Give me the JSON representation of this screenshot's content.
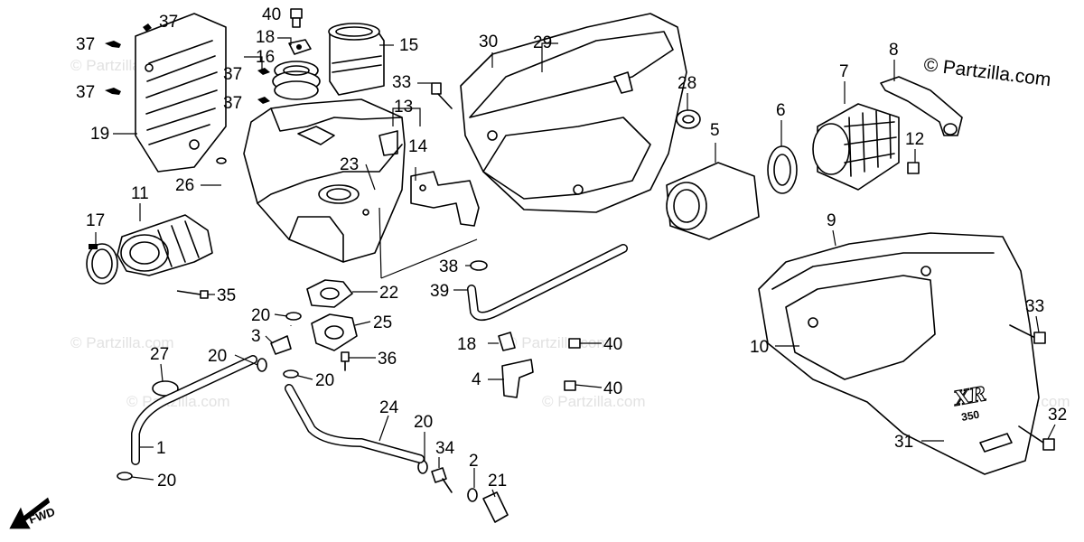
{
  "copyright": "© Partzilla.com",
  "watermark": "© Partzilla.com",
  "direction_label": "FWD",
  "cover_logo": {
    "main": "XR",
    "sub": "350"
  },
  "callouts": [
    {
      "id": "c37a",
      "text": "37"
    },
    {
      "id": "c37b",
      "text": "37"
    },
    {
      "id": "c37c",
      "text": "37"
    },
    {
      "id": "c37d",
      "text": "37"
    },
    {
      "id": "c37e",
      "text": "37"
    },
    {
      "id": "c19",
      "text": "19"
    },
    {
      "id": "c40a",
      "text": "40"
    },
    {
      "id": "c18a",
      "text": "18"
    },
    {
      "id": "c16",
      "text": "16"
    },
    {
      "id": "c15",
      "text": "15"
    },
    {
      "id": "c30",
      "text": "30"
    },
    {
      "id": "c29",
      "text": "29"
    },
    {
      "id": "c33a",
      "text": "33"
    },
    {
      "id": "c13",
      "text": "13"
    },
    {
      "id": "c14",
      "text": "14"
    },
    {
      "id": "c23",
      "text": "23"
    },
    {
      "id": "c26",
      "text": "26"
    },
    {
      "id": "c11",
      "text": "11"
    },
    {
      "id": "c17",
      "text": "17"
    },
    {
      "id": "c35",
      "text": "35"
    },
    {
      "id": "c28",
      "text": "28"
    },
    {
      "id": "c5",
      "text": "5"
    },
    {
      "id": "c6",
      "text": "6"
    },
    {
      "id": "c7",
      "text": "7"
    },
    {
      "id": "c8",
      "text": "8"
    },
    {
      "id": "c12",
      "text": "12"
    },
    {
      "id": "c9",
      "text": "9"
    },
    {
      "id": "c38",
      "text": "38"
    },
    {
      "id": "c39",
      "text": "39"
    },
    {
      "id": "c22",
      "text": "22"
    },
    {
      "id": "c20a",
      "text": "20"
    },
    {
      "id": "c25",
      "text": "25"
    },
    {
      "id": "c3",
      "text": "3"
    },
    {
      "id": "c36",
      "text": "36"
    },
    {
      "id": "c20b",
      "text": "20"
    },
    {
      "id": "c20c",
      "text": "20"
    },
    {
      "id": "c27",
      "text": "27"
    },
    {
      "id": "c18b",
      "text": "18"
    },
    {
      "id": "c40b",
      "text": "40"
    },
    {
      "id": "c4",
      "text": "4"
    },
    {
      "id": "c40c",
      "text": "40"
    },
    {
      "id": "c10",
      "text": "10"
    },
    {
      "id": "c33b",
      "text": "33"
    },
    {
      "id": "c24",
      "text": "24"
    },
    {
      "id": "c20d",
      "text": "20"
    },
    {
      "id": "c34",
      "text": "34"
    },
    {
      "id": "c1",
      "text": "1"
    },
    {
      "id": "c2",
      "text": "2"
    },
    {
      "id": "c21",
      "text": "21"
    },
    {
      "id": "c20e",
      "text": "20"
    },
    {
      "id": "c31",
      "text": "31"
    },
    {
      "id": "c32",
      "text": "32"
    }
  ]
}
